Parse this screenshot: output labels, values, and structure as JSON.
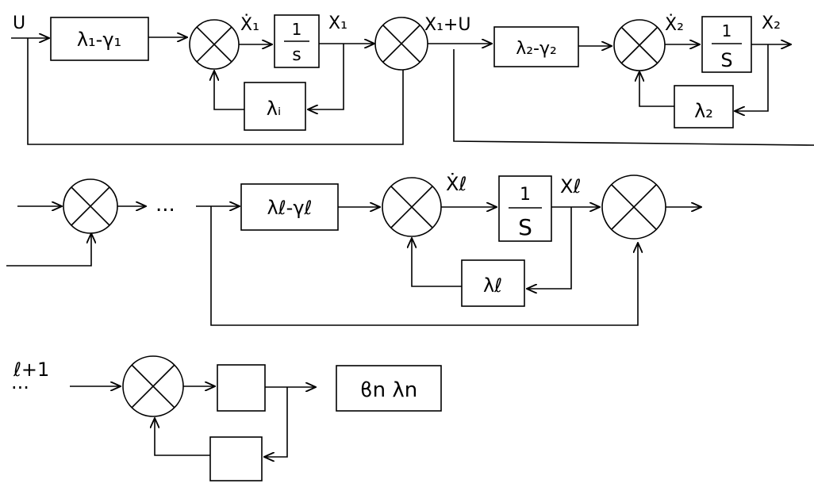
{
  "row1": {
    "input_label": "U",
    "gain1": "λ₁-γ₁",
    "deriv1_label": "Ẋ₁",
    "integrator1": {
      "num": "1",
      "den": "s"
    },
    "state1_label": "X₁",
    "feedback1": "λᵢ",
    "sum_out_label": "X₁+U",
    "gain2": "λ₂-γ₂",
    "deriv2_label": "Ẋ₂",
    "integrator2": {
      "num": "1",
      "den": "S"
    },
    "state2_label": "X₂",
    "feedback2": "λ₂"
  },
  "row2": {
    "ellipsis": "...",
    "gain_l": "λℓ-γℓ",
    "deriv_l_label": "Ẋℓ",
    "integrator_l": {
      "num": "1",
      "den": "S"
    },
    "state_l_label": "Xℓ",
    "feedback_l": "λℓ"
  },
  "row3": {
    "index_label": "ℓ+1",
    "dots": "...",
    "output_block": "ϐn λn"
  }
}
